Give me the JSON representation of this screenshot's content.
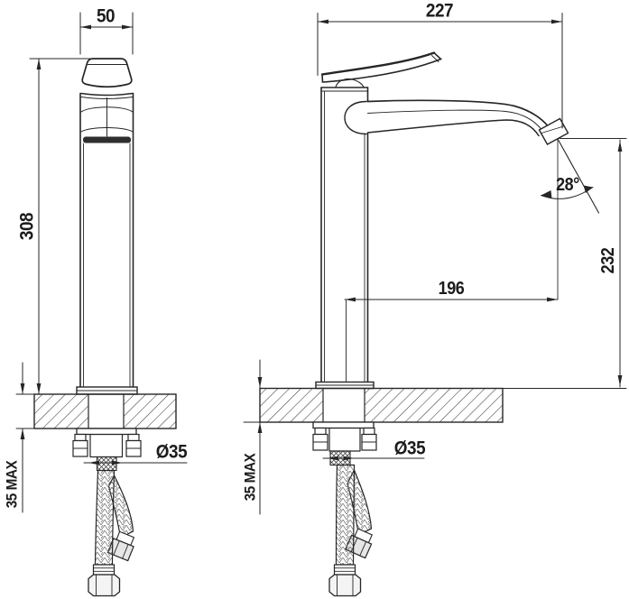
{
  "drawing": {
    "background": "#ffffff",
    "line_color": "#262626",
    "front_view": {
      "spout_width": "50",
      "body_height": "308",
      "counter_max": "35 MAX",
      "hole_diameter": "Ø35"
    },
    "side_view": {
      "overall_depth": "227",
      "spout_angle": "28°",
      "spout_height": "232",
      "spout_reach": "196",
      "hole_diameter": "Ø35",
      "counter_max": "35 MAX"
    }
  }
}
